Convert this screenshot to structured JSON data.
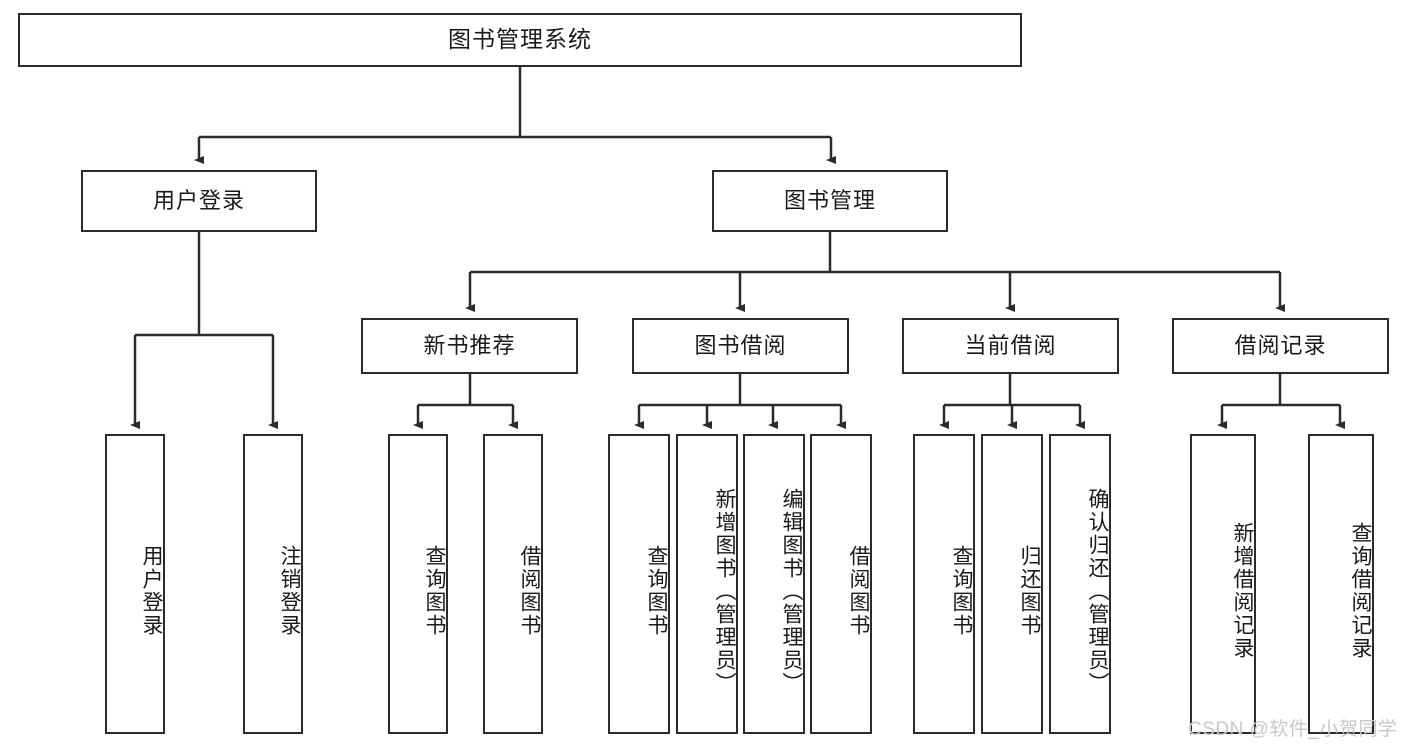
{
  "diagram": {
    "title": "图书管理系统",
    "type": "function-structure-tree",
    "colors": {
      "stroke": "#2b2b2b",
      "fill": "#ffffff",
      "text": "#1a1a1a",
      "watermark": "#c8c8c8"
    }
  },
  "nodes": {
    "root": {
      "label": "图书管理系统"
    },
    "level2": [
      {
        "id": "user-login",
        "label": "用户登录"
      },
      {
        "id": "book-manage",
        "label": "图书管理"
      }
    ],
    "level3": [
      {
        "id": "new-book-recommend",
        "label": "新书推荐"
      },
      {
        "id": "book-borrow",
        "label": "图书借阅"
      },
      {
        "id": "current-borrow",
        "label": "当前借阅"
      },
      {
        "id": "borrow-record",
        "label": "借阅记录"
      }
    ],
    "leaves": {
      "user_login": [
        {
          "id": "leaf-user-login",
          "label": "用户登录"
        },
        {
          "id": "leaf-logout-login",
          "label": "注销登录"
        }
      ],
      "new_book_recommend": [
        {
          "id": "leaf-query-book-1",
          "label": "查询图书"
        },
        {
          "id": "leaf-borrow-book-1",
          "label": "借阅图书"
        }
      ],
      "book_borrow": [
        {
          "id": "leaf-query-book-2",
          "label": "查询图书"
        },
        {
          "id": "leaf-add-book",
          "label": "新增图书（管理员）"
        },
        {
          "id": "leaf-edit-book",
          "label": "编辑图书（管理员）"
        },
        {
          "id": "leaf-borrow-book-2",
          "label": "借阅图书"
        }
      ],
      "current_borrow": [
        {
          "id": "leaf-query-book-3",
          "label": "查询图书"
        },
        {
          "id": "leaf-return-book",
          "label": "归还图书"
        },
        {
          "id": "leaf-confirm-return",
          "label": "确认归还（管理员）"
        }
      ],
      "borrow_record": [
        {
          "id": "leaf-add-record",
          "label": "新增借阅记录"
        },
        {
          "id": "leaf-query-record",
          "label": "查询借阅记录"
        }
      ]
    }
  },
  "watermark": {
    "text": "CSDN @软件_小贺同学"
  }
}
